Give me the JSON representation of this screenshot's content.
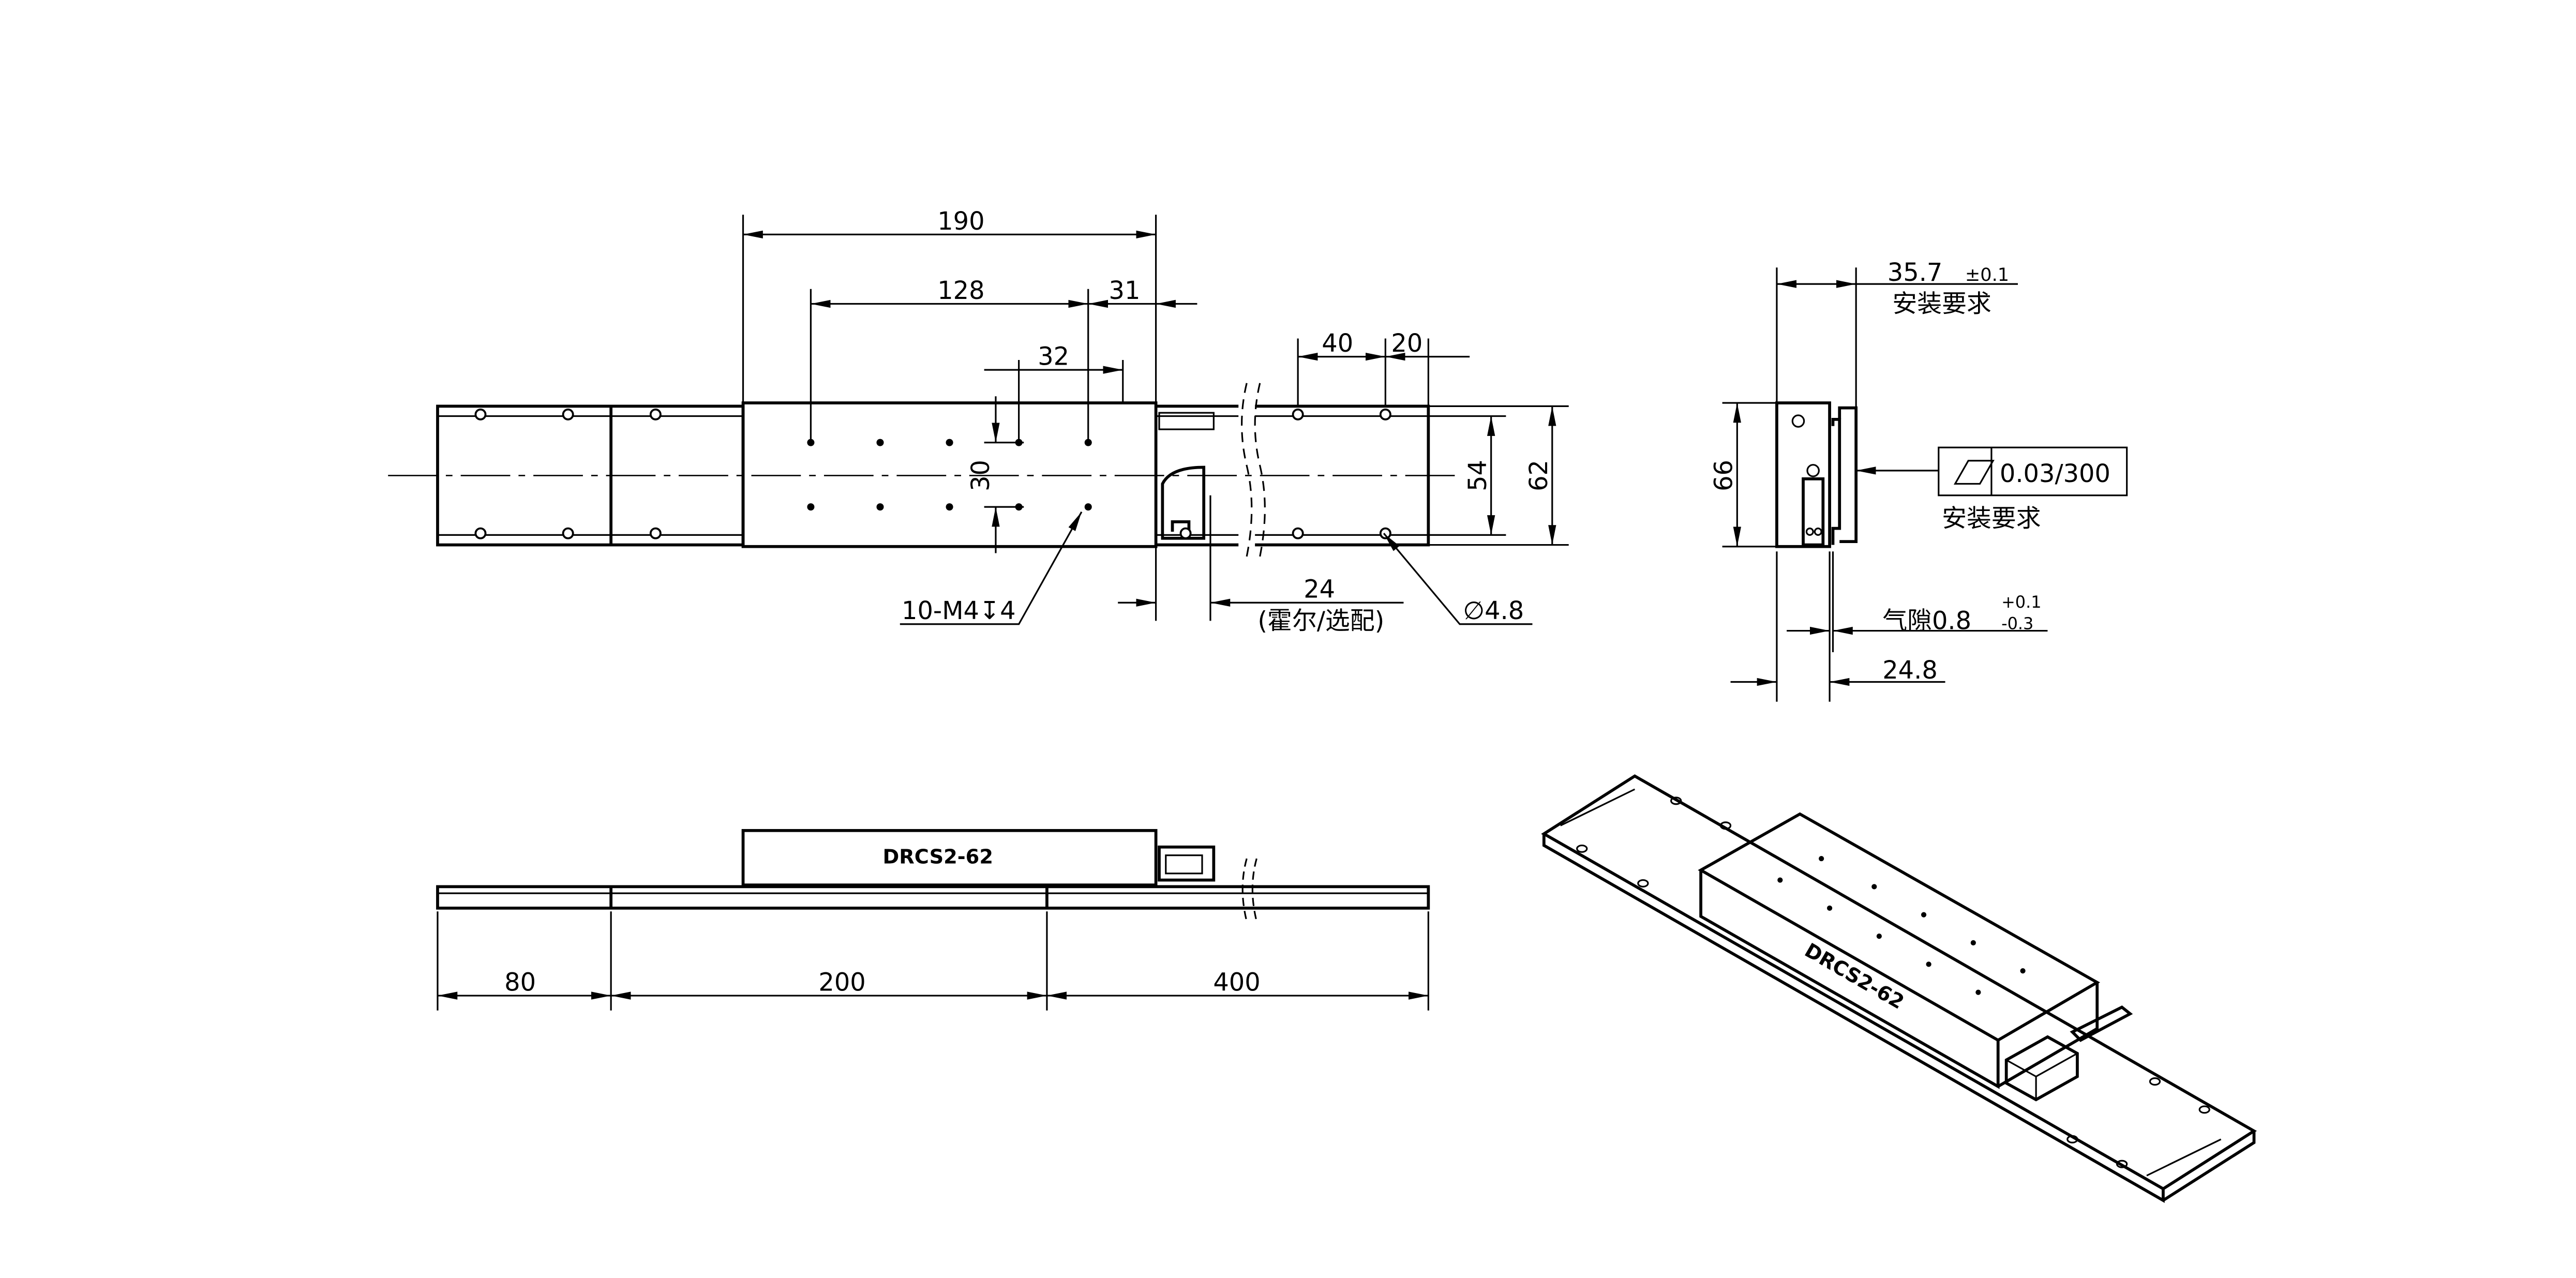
{
  "top_view": {
    "dim_190": "190",
    "dim_128": "128",
    "dim_31": "31",
    "dim_32": "32",
    "dim_40": "40",
    "dim_20": "20",
    "dim_30": "30",
    "dim_54": "54",
    "dim_62": "62",
    "thread_note": "10-M4↧4",
    "hall_dim": "24",
    "hall_note": "(霍尔/选配)",
    "hole_dia": "∅4.8"
  },
  "end_view": {
    "dim_35_7": "35.7",
    "tol_35_7": "±0.1",
    "install_req_1": "安装要求",
    "dim_66": "66",
    "flatness_value": "0.03/300",
    "install_req_2": "安装要求",
    "air_gap": "气隙0.8",
    "tol_gap_plus": "+0.1",
    "tol_gap_minus": "-0.3",
    "dim_24_8": "24.8"
  },
  "side_view": {
    "model_label": "DRCS2-62",
    "dim_80": "80",
    "dim_200": "200",
    "dim_400": "400"
  },
  "iso_view": {
    "model_label": "DRCS2-62"
  }
}
